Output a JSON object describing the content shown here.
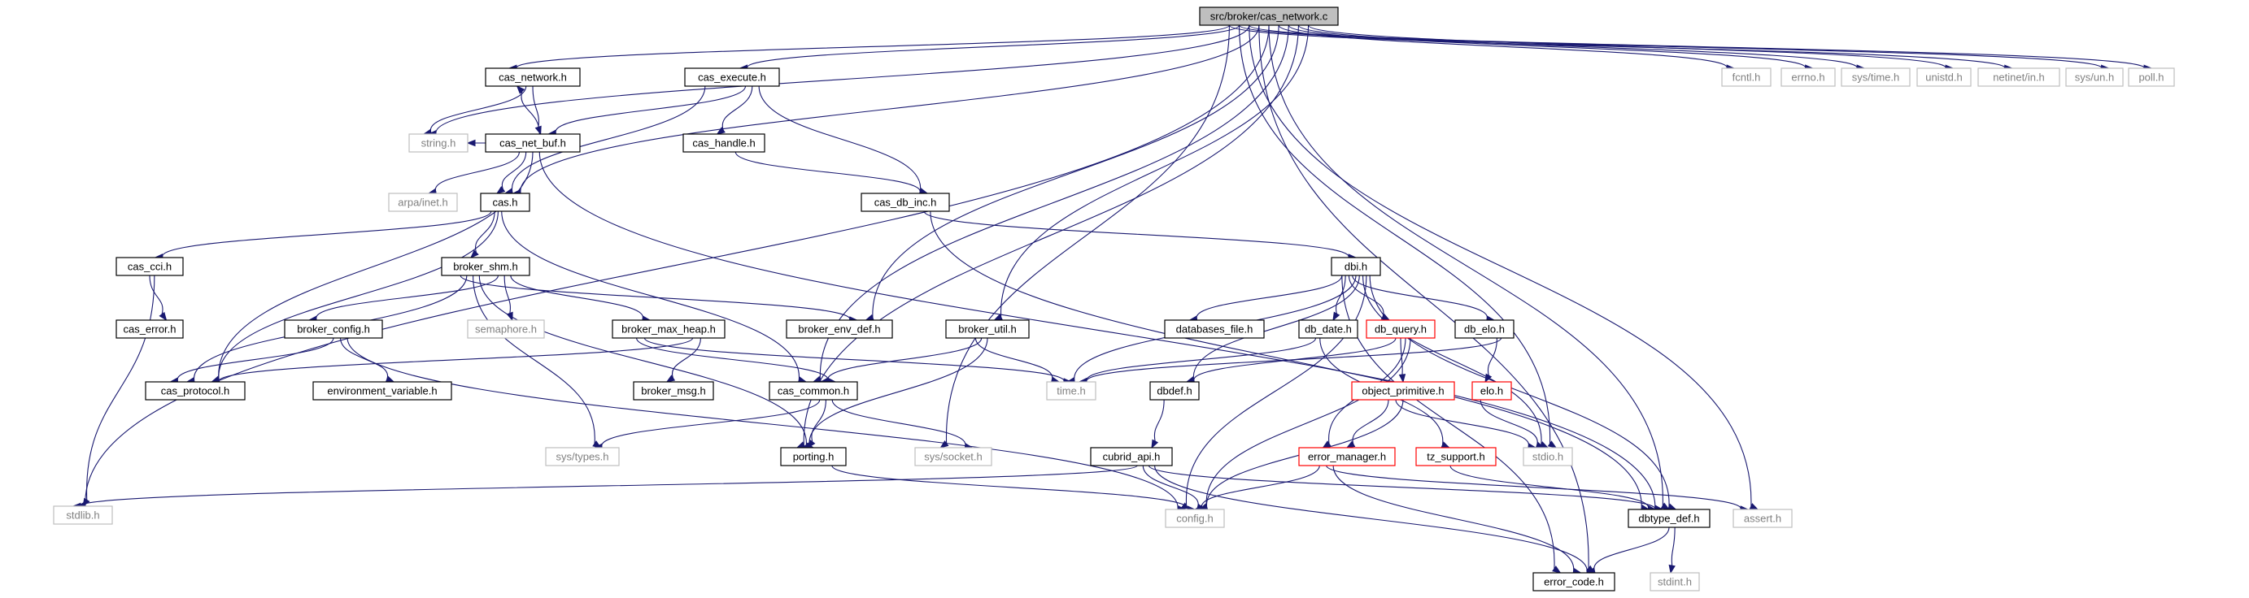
{
  "colors": {
    "edge": "#191970",
    "normal_border": "#000000",
    "external_border": "#bfbfbf",
    "external_text": "#808080",
    "incomplete_border": "#ff0000",
    "root_fill": "#bfbfbf",
    "node_fill": "#ffffff",
    "text": "#000000"
  },
  "nodes": [
    {
      "id": "cas_network_c",
      "label": "src/broker/cas_network.c",
      "kind": "root"
    },
    {
      "id": "cas_network_h",
      "label": "cas_network.h",
      "kind": "normal"
    },
    {
      "id": "cas_execute_h",
      "label": "cas_execute.h",
      "kind": "normal"
    },
    {
      "id": "string_h",
      "label": "string.h",
      "kind": "external"
    },
    {
      "id": "cas_net_buf_h",
      "label": "cas_net_buf.h",
      "kind": "normal"
    },
    {
      "id": "cas_handle_h",
      "label": "cas_handle.h",
      "kind": "normal"
    },
    {
      "id": "arpa_inet_h",
      "label": "arpa/inet.h",
      "kind": "external"
    },
    {
      "id": "cas_h",
      "label": "cas.h",
      "kind": "normal"
    },
    {
      "id": "cas_db_inc_h",
      "label": "cas_db_inc.h",
      "kind": "normal"
    },
    {
      "id": "cas_cci_h",
      "label": "cas_cci.h",
      "kind": "normal"
    },
    {
      "id": "broker_shm_h",
      "label": "broker_shm.h",
      "kind": "normal"
    },
    {
      "id": "dbi_h",
      "label": "dbi.h",
      "kind": "normal"
    },
    {
      "id": "cas_error_h",
      "label": "cas_error.h",
      "kind": "normal"
    },
    {
      "id": "broker_config_h",
      "label": "broker_config.h",
      "kind": "normal"
    },
    {
      "id": "semaphore_h",
      "label": "semaphore.h",
      "kind": "external"
    },
    {
      "id": "broker_max_heap_h",
      "label": "broker_max_heap.h",
      "kind": "normal"
    },
    {
      "id": "broker_env_def_h",
      "label": "broker_env_def.h",
      "kind": "normal"
    },
    {
      "id": "broker_util_h",
      "label": "broker_util.h",
      "kind": "normal"
    },
    {
      "id": "databases_file_h",
      "label": "databases_file.h",
      "kind": "normal"
    },
    {
      "id": "db_date_h",
      "label": "db_date.h",
      "kind": "normal"
    },
    {
      "id": "db_query_h",
      "label": "db_query.h",
      "kind": "incomplete"
    },
    {
      "id": "db_elo_h",
      "label": "db_elo.h",
      "kind": "normal"
    },
    {
      "id": "cas_protocol_h",
      "label": "cas_protocol.h",
      "kind": "normal"
    },
    {
      "id": "environment_variable_h",
      "label": "environment_variable.h",
      "kind": "normal"
    },
    {
      "id": "broker_msg_h",
      "label": "broker_msg.h",
      "kind": "normal"
    },
    {
      "id": "cas_common_h",
      "label": "cas_common.h",
      "kind": "normal"
    },
    {
      "id": "time_h",
      "label": "time.h",
      "kind": "external"
    },
    {
      "id": "dbdef_h",
      "label": "dbdef.h",
      "kind": "normal"
    },
    {
      "id": "object_primitive_h",
      "label": "object_primitive.h",
      "kind": "incomplete"
    },
    {
      "id": "elo_h",
      "label": "elo.h",
      "kind": "incomplete"
    },
    {
      "id": "sys_types_h",
      "label": "sys/types.h",
      "kind": "external"
    },
    {
      "id": "porting_h",
      "label": "porting.h",
      "kind": "normal"
    },
    {
      "id": "sys_socket_h",
      "label": "sys/socket.h",
      "kind": "external"
    },
    {
      "id": "cubrid_api_h",
      "label": "cubrid_api.h",
      "kind": "normal"
    },
    {
      "id": "error_manager_h",
      "label": "error_manager.h",
      "kind": "incomplete"
    },
    {
      "id": "tz_support_h",
      "label": "tz_support.h",
      "kind": "incomplete"
    },
    {
      "id": "stdio_h",
      "label": "stdio.h",
      "kind": "external"
    },
    {
      "id": "stdlib_h",
      "label": "stdlib.h",
      "kind": "external"
    },
    {
      "id": "config_h",
      "label": "config.h",
      "kind": "external"
    },
    {
      "id": "dbtype_def_h",
      "label": "dbtype_def.h",
      "kind": "normal"
    },
    {
      "id": "assert_h",
      "label": "assert.h",
      "kind": "external"
    },
    {
      "id": "error_code_h",
      "label": "error_code.h",
      "kind": "normal"
    },
    {
      "id": "stdint_h",
      "label": "stdint.h",
      "kind": "external"
    },
    {
      "id": "fcntl_h",
      "label": "fcntl.h",
      "kind": "external"
    },
    {
      "id": "errno_h",
      "label": "errno.h",
      "kind": "external"
    },
    {
      "id": "sys_time_h",
      "label": "sys/time.h",
      "kind": "external"
    },
    {
      "id": "unistd_h",
      "label": "unistd.h",
      "kind": "external"
    },
    {
      "id": "netinet_in_h",
      "label": "netinet/in.h",
      "kind": "external"
    },
    {
      "id": "sys_un_h",
      "label": "sys/un.h",
      "kind": "external"
    },
    {
      "id": "poll_h",
      "label": "poll.h",
      "kind": "external"
    }
  ],
  "edges": [
    [
      "cas_network_c",
      "cas_network_h"
    ],
    [
      "cas_network_c",
      "cas_execute_h"
    ],
    [
      "cas_network_c",
      "string_h"
    ],
    [
      "cas_network_c",
      "cas_h"
    ],
    [
      "cas_network_c",
      "stdlib_h"
    ],
    [
      "cas_network_c",
      "broker_env_def_h"
    ],
    [
      "cas_network_c",
      "cas_common_h"
    ],
    [
      "cas_network_c",
      "porting_h"
    ],
    [
      "cas_network_c",
      "broker_util_h"
    ],
    [
      "cas_network_c",
      "sys_socket_h"
    ],
    [
      "cas_network_c",
      "stdio_h"
    ],
    [
      "cas_network_c",
      "assert_h"
    ],
    [
      "cas_network_c",
      "error_code_h"
    ],
    [
      "cas_network_c",
      "dbtype_def_h"
    ],
    [
      "cas_network_c",
      "fcntl_h"
    ],
    [
      "cas_network_c",
      "errno_h"
    ],
    [
      "cas_network_c",
      "sys_time_h"
    ],
    [
      "cas_network_c",
      "unistd_h"
    ],
    [
      "cas_network_c",
      "netinet_in_h"
    ],
    [
      "cas_network_c",
      "sys_un_h"
    ],
    [
      "cas_network_c",
      "poll_h"
    ],
    [
      "cas_network_h",
      "string_h"
    ],
    [
      "cas_network_h",
      "cas_net_buf_h"
    ],
    [
      "cas_net_buf_h",
      "cas_network_h"
    ],
    [
      "cas_execute_h",
      "cas_net_buf_h"
    ],
    [
      "cas_execute_h",
      "cas_handle_h"
    ],
    [
      "cas_execute_h",
      "cas_db_inc_h"
    ],
    [
      "cas_execute_h",
      "cas_h"
    ],
    [
      "cas_net_buf_h",
      "string_h"
    ],
    [
      "cas_net_buf_h",
      "arpa_inet_h"
    ],
    [
      "cas_net_buf_h",
      "cas_h"
    ],
    [
      "cas_net_buf_h",
      "cas_protocol_h"
    ],
    [
      "cas_net_buf_h",
      "dbtype_def_h"
    ],
    [
      "cas_handle_h",
      "cas_db_inc_h"
    ],
    [
      "cas_db_inc_h",
      "dbi_h"
    ],
    [
      "cas_db_inc_h",
      "dbtype_def_h"
    ],
    [
      "cas_h",
      "cas_cci_h"
    ],
    [
      "cas_h",
      "broker_shm_h"
    ],
    [
      "cas_h",
      "cas_protocol_h"
    ],
    [
      "cas_h",
      "cas_common_h"
    ],
    [
      "cas_cci_h",
      "cas_error_h"
    ],
    [
      "cas_cci_h",
      "stdlib_h"
    ],
    [
      "broker_shm_h",
      "broker_config_h"
    ],
    [
      "broker_shm_h",
      "semaphore_h"
    ],
    [
      "broker_shm_h",
      "broker_max_heap_h"
    ],
    [
      "broker_shm_h",
      "broker_env_def_h"
    ],
    [
      "broker_shm_h",
      "cas_protocol_h"
    ],
    [
      "broker_shm_h",
      "sys_types_h"
    ],
    [
      "broker_shm_h",
      "porting_h"
    ],
    [
      "broker_config_h",
      "cas_protocol_h"
    ],
    [
      "broker_config_h",
      "environment_variable_h"
    ],
    [
      "broker_config_h",
      "config_h"
    ],
    [
      "broker_max_heap_h",
      "cas_protocol_h"
    ],
    [
      "broker_max_heap_h",
      "broker_msg_h"
    ],
    [
      "broker_max_heap_h",
      "cas_common_h"
    ],
    [
      "broker_max_heap_h",
      "time_h"
    ],
    [
      "broker_util_h",
      "time_h"
    ],
    [
      "broker_util_h",
      "cas_common_h"
    ],
    [
      "broker_util_h",
      "porting_h"
    ],
    [
      "cas_common_h",
      "sys_types_h"
    ],
    [
      "cas_common_h",
      "porting_h"
    ],
    [
      "cas_common_h",
      "sys_socket_h"
    ],
    [
      "porting_h",
      "config_h"
    ],
    [
      "dbi_h",
      "databases_file_h"
    ],
    [
      "dbi_h",
      "db_date_h"
    ],
    [
      "dbi_h",
      "db_query_h"
    ],
    [
      "dbi_h",
      "db_elo_h"
    ],
    [
      "dbi_h",
      "time_h"
    ],
    [
      "dbi_h",
      "dbdef_h"
    ],
    [
      "dbi_h",
      "stdio_h"
    ],
    [
      "dbi_h",
      "config_h"
    ],
    [
      "dbi_h",
      "dbtype_def_h"
    ],
    [
      "dbi_h",
      "error_code_h"
    ],
    [
      "db_date_h",
      "time_h"
    ],
    [
      "db_date_h",
      "tz_support_h"
    ],
    [
      "db_query_h",
      "dbdef_h"
    ],
    [
      "db_query_h",
      "object_primitive_h"
    ],
    [
      "db_query_h",
      "error_manager_h"
    ],
    [
      "db_query_h",
      "config_h"
    ],
    [
      "db_elo_h",
      "elo_h"
    ],
    [
      "db_elo_h",
      "time_h"
    ],
    [
      "elo_h",
      "stdio_h"
    ],
    [
      "dbdef_h",
      "cubrid_api_h"
    ],
    [
      "object_primitive_h",
      "error_manager_h"
    ],
    [
      "object_primitive_h",
      "stdio_h"
    ],
    [
      "object_primitive_h",
      "config_h"
    ],
    [
      "cubrid_api_h",
      "stdlib_h"
    ],
    [
      "cubrid_api_h",
      "config_h"
    ],
    [
      "cubrid_api_h",
      "dbtype_def_h"
    ],
    [
      "cubrid_api_h",
      "error_code_h"
    ],
    [
      "error_manager_h",
      "config_h"
    ],
    [
      "error_manager_h",
      "assert_h"
    ],
    [
      "error_manager_h",
      "error_code_h"
    ],
    [
      "tz_support_h",
      "dbtype_def_h"
    ],
    [
      "dbtype_def_h",
      "error_code_h"
    ],
    [
      "dbtype_def_h",
      "stdint_h"
    ]
  ]
}
